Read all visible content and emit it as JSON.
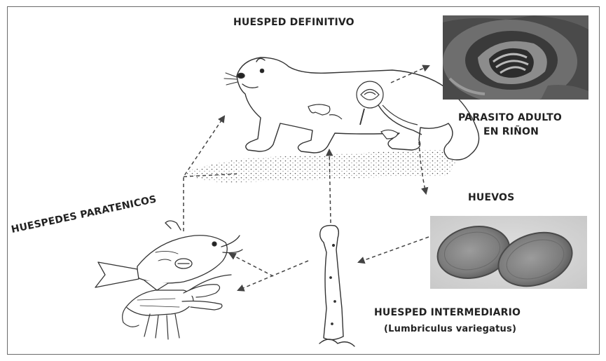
{
  "labels": {
    "definitive_host": "HUESPED DEFINITIVO",
    "adult_parasite_line1": "PARASITO ADULTO",
    "adult_parasite_line2": "EN RIÑON",
    "eggs": "HUEVOS",
    "paratenic_hosts": "HUESPEDES PARATENICOS",
    "intermediate_host": "HUESPED INTERMEDIARIO",
    "intermediate_host_species": "(Lumbriculus variegatus)"
  },
  "colors": {
    "ink": "#222222",
    "photo_dark": "#3a3a3a",
    "egg_gray": "#8a8a8a"
  }
}
